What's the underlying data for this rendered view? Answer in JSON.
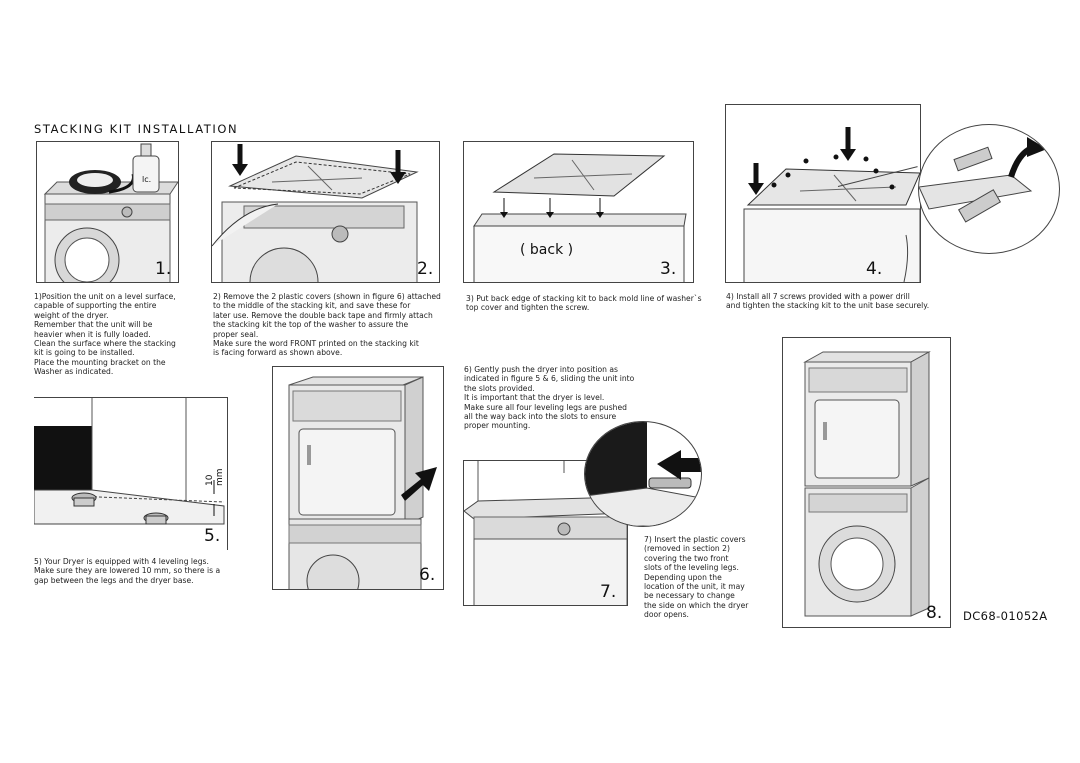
{
  "header": {
    "title": "STACKING KIT INSTALLATION"
  },
  "figures": {
    "f1": {
      "number": "1.",
      "bottle_label": "lc."
    },
    "f2": {
      "number": "2."
    },
    "f3": {
      "number": "3.",
      "back_label": "( back )"
    },
    "f4": {
      "number": "4."
    },
    "f5": {
      "number": "5.",
      "gap_label": "10 mm"
    },
    "f6": {
      "number": "6."
    },
    "f7": {
      "number": "7."
    },
    "f8": {
      "number": "8."
    }
  },
  "captions": {
    "c1": "1)Position the unit on a level surface,\n   capable of supporting the entire\n   weight of the dryer.\n   Remember that the unit will be\n   heavier when it is fully loaded.\n   Clean the surface where the stacking\n   kit is going to be installed.\n   Place the mounting bracket on the\n   Washer as indicated.",
    "c2": "2) Remove the 2 plastic covers (shown in figure 6) attached\n    to the middle of the stacking kit, and save these for\n    later use. Remove the double back tape and firmly attach\n    the stacking kit the top of the washer to assure the\n    proper seal.\n    Make sure the word FRONT printed on the stacking kit\n    is facing forward as shown above.",
    "c3": "3) Put back edge of stacking kit to back mold line of washer`s\n    top cover and tighten the screw.",
    "c4": "4) Install all 7 screws provided with a power drill\n    and tighten the stacking kit to the unit base securely.",
    "c5": "5) Your Dryer is equipped with 4 leveling legs.\n    Make sure they are lowered 10 mm, so there is a\n    gap between the legs and the dryer base.",
    "c6": "6) Gently push the dryer into position as\n    indicated in figure 5 & 6, sliding the unit into\n    the slots provided.\n    It is important that the dryer is level.\n    Make sure all four leveling legs are pushed\n    all the way back into the slots to ensure\n    proper mounting.",
    "c7": "7) Insert the plastic covers\n    (removed in section 2)\n    covering the two front\n    slots of the leveling legs.\n    Depending upon the\n    location of the unit, it may\n    be necessary to change\n    the side on which the dryer\n    door opens."
  },
  "footer": {
    "doc_number": "DC68-01052A"
  }
}
